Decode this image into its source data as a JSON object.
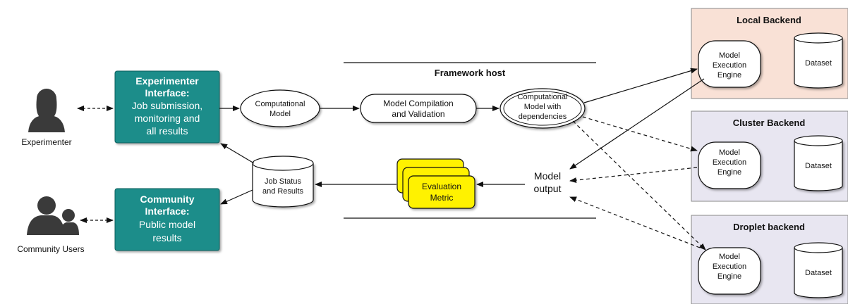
{
  "actors": {
    "experimenter": "Experimenter",
    "community": "Community Users"
  },
  "experimenter_interface": {
    "title_line1": "Experimenter",
    "title_line2": "Interface:",
    "body_line1": "Job submission,",
    "body_line2": "monitoring and",
    "body_line3": "all results"
  },
  "community_interface": {
    "title_line1": "Community",
    "title_line2": "Interface:",
    "body_line1": "Public model",
    "body_line2": "results"
  },
  "framework_host": "Framework host",
  "nodes": {
    "computational_model": [
      "Computational",
      "Model"
    ],
    "compilation": [
      "Model Compilation",
      "and Validation"
    ],
    "model_deps": [
      "Computational",
      "Model with",
      "dependencies"
    ],
    "job_status": [
      "Job Status",
      "and Results"
    ],
    "evaluation": [
      "Evaluation",
      "Metric"
    ],
    "model_output": [
      "Model",
      "output"
    ]
  },
  "backends": [
    {
      "title": "Local Backend",
      "engine": [
        "Model",
        "Execution",
        "Engine"
      ],
      "dataset": "Dataset"
    },
    {
      "title": "Cluster Backend",
      "engine": [
        "Model",
        "Execution",
        "Engine"
      ],
      "dataset": "Dataset"
    },
    {
      "title": "Droplet backend",
      "engine": [
        "Model",
        "Execution",
        "Engine"
      ],
      "dataset": "Dataset"
    }
  ],
  "colors": {
    "teal": "#1a8d8a",
    "local_bg": "#f9e1d6",
    "cluster_bg": "#e8e6f1",
    "droplet_bg": "#e8e6f1",
    "evaluation_fill": "#fff200"
  }
}
